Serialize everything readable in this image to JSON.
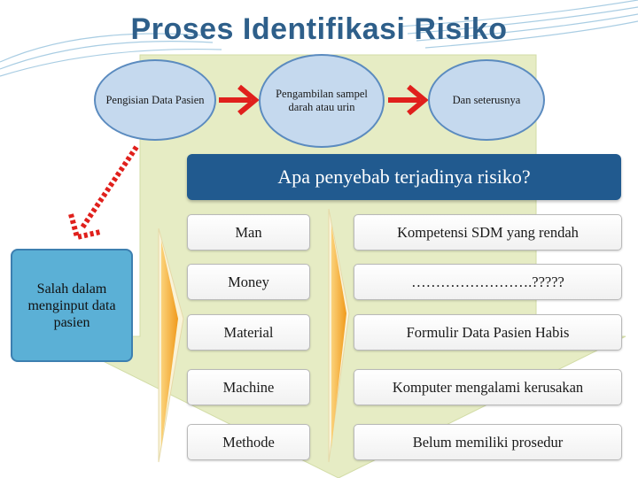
{
  "title": "Proses Identifikasi Risiko",
  "process_steps": [
    {
      "label": "Pengisian Data Pasien"
    },
    {
      "label": "Pengambilan sampel darah atau urin"
    },
    {
      "label": "Dan seterusnya"
    }
  ],
  "question": "Apa penyebab terjadinya risiko?",
  "error_box": "Salah dalam menginput data pasien",
  "rows": [
    {
      "category": "Man",
      "result": "Kompetensi SDM yang rendah"
    },
    {
      "category": "Money",
      "result": "…………………….?????"
    },
    {
      "category": "Material",
      "result": "Formulir Data Pasien Habis"
    },
    {
      "category": "Machine",
      "result": "Komputer mengalami kerusakan"
    },
    {
      "category": "Methode",
      "result": "Belum memiliki prosedur"
    }
  ],
  "colors": {
    "title": "#2e5f8a",
    "question_bg": "#215a8f",
    "circle_fill": "#c5d9ee",
    "side_box": "#5bb0d6",
    "arrow_red": "#e0201c",
    "background_arrow": "#e6ecc4",
    "chevron": "#f3a52a"
  }
}
